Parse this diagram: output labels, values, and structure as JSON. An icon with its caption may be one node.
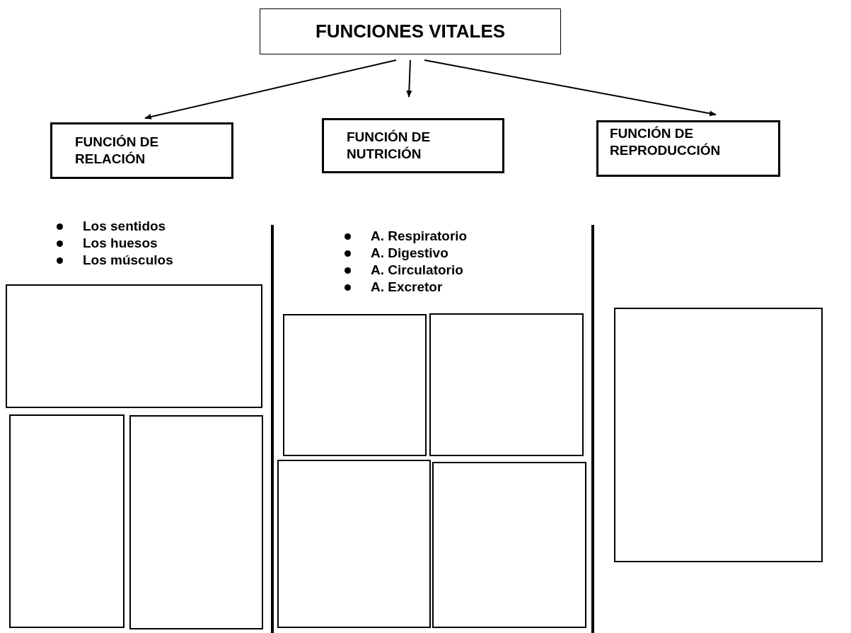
{
  "diagram": {
    "nodes": [
      {
        "text": [
          "FUNCIONES VITALES"
        ]
      },
      {
        "text": [
          "FUNCIÓN DE RELACIÓN"
        ]
      },
      {
        "text": [
          "FUNCIÓN DE NUTRICIÓN"
        ]
      },
      {
        "text": [
          "FUNCIÓN DE REPRODUCCIÓN"
        ]
      },
      {
        "text": [],
        "shape": "box"
      },
      {
        "text": [],
        "shape": "box"
      },
      {
        "text": [],
        "shape": "box"
      },
      {
        "text": [],
        "shape": "box"
      },
      {
        "text": [],
        "shape": "box"
      },
      {
        "text": [],
        "shape": "box"
      },
      {
        "text": [],
        "shape": "box"
      },
      {
        "text": [],
        "shape": "box"
      }
    ],
    "edges": [
      {
        "from": 0,
        "to": 1,
        "arrow": "to"
      },
      {
        "from": 0,
        "to": 2,
        "arrow": "to"
      },
      {
        "from": 0,
        "to": 3,
        "arrow": "to"
      }
    ],
    "labels": [
      "Los sentidos",
      "Los huesos",
      "Los músculos",
      "A. Respiratorio",
      "A. Digestivo",
      "A. Circulatorio",
      "A. Excretor"
    ]
  }
}
